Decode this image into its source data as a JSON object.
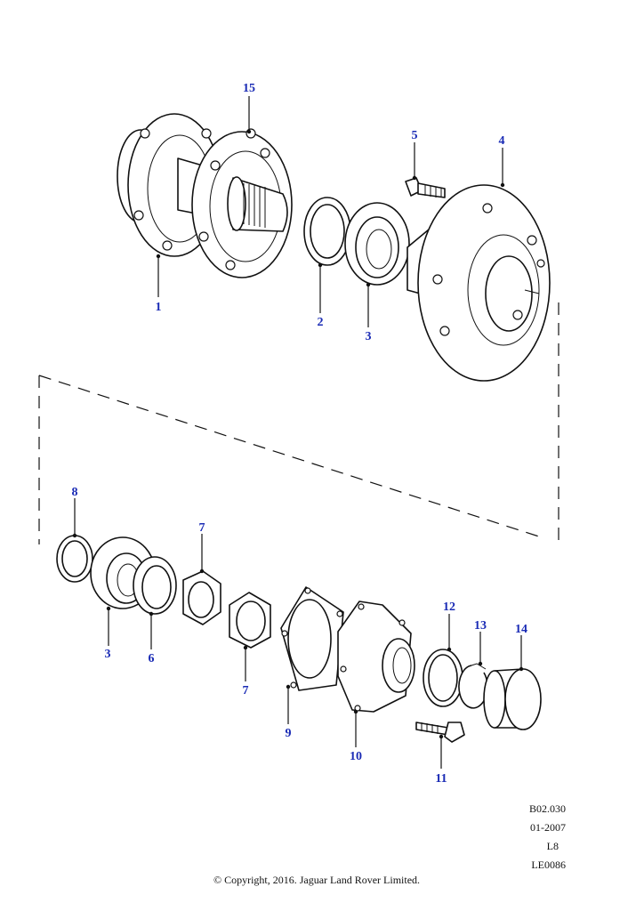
{
  "callouts": {
    "c1": "1",
    "c2": "2",
    "c3a": "3",
    "c4": "4",
    "c5": "5",
    "c15": "15",
    "c8": "8",
    "c3b": "3",
    "c6": "6",
    "c7a": "7",
    "c7b": "7",
    "c9": "9",
    "c10": "10",
    "c11": "11",
    "c12": "12",
    "c13": "13",
    "c14": "14"
  },
  "meta": {
    "ref": "B02.030",
    "date": "01-2007",
    "model": "L8",
    "code": "LE0086"
  },
  "copyright": "© Copyright, 2016. Jaguar Land Rover Limited.",
  "colors": {
    "callout": "#1a2bb5",
    "line": "#111111"
  }
}
